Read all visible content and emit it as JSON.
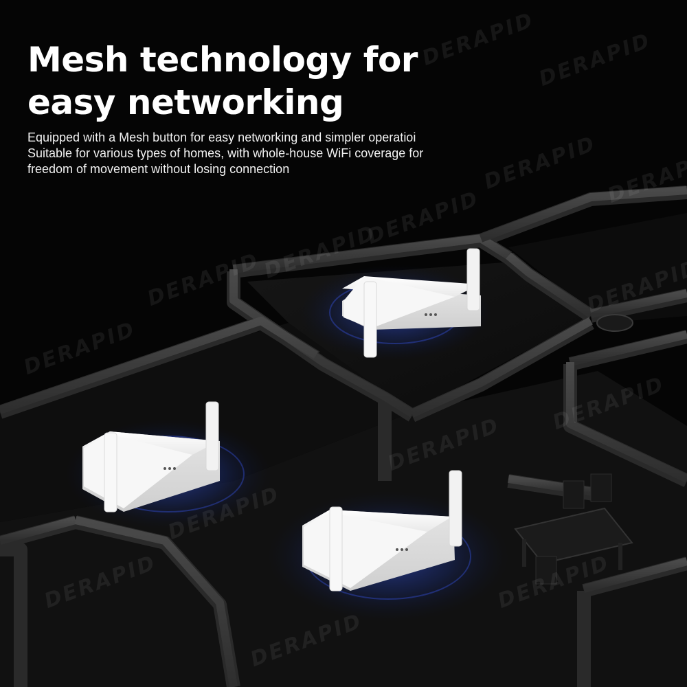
{
  "headline": {
    "line1": "Mesh technology for",
    "line2": "easy networking"
  },
  "subtext": {
    "line1": "Equipped with a Mesh button for easy networking and simpler operatioi",
    "line2": "Suitable for various types of homes, with whole-house WiFi coverage for",
    "line3": "freedom of movement without losing connection"
  },
  "watermark_text": "DERAPID",
  "colors": {
    "background": "#050505",
    "router_body": "#f4f4f4",
    "coverage_glow": "#1e3aa8",
    "wall": "#3a3a3a"
  }
}
